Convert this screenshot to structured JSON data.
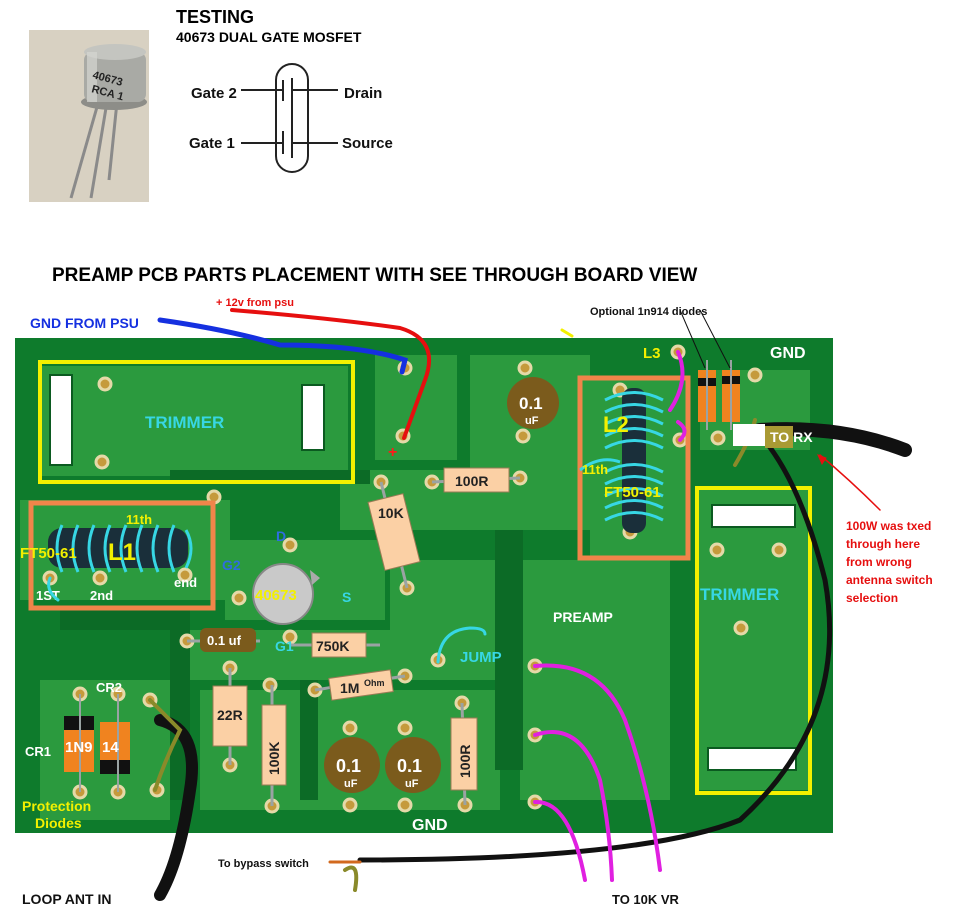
{
  "header": {
    "title": "TESTING",
    "subtitle": "40673 DUAL GATE MOSFET"
  },
  "photo": {
    "can_text_line1": "40673",
    "can_text_line2": "RCA 1"
  },
  "schematic": {
    "gate2": "Gate 2",
    "gate1": "Gate 1",
    "drain": "Drain",
    "source": "Source"
  },
  "section_title": "PREAMP PCB PARTS PLACEMENT WITH SEE THROUGH BOARD VIEW",
  "wires": {
    "gnd_from_psu": "GND FROM PSU",
    "plus12v": "+ 12v from psu",
    "optional_diodes": "Optional 1n914 diodes",
    "to_rx": "TO RX",
    "to_bypass": "To bypass switch",
    "loop_ant_in": "LOOP ANT IN",
    "to_10k_vr": "TO 10K VR"
  },
  "warning": {
    "line1": "100W was txed",
    "line2": "through here",
    "line3": "from wrong",
    "line4": "antenna switch",
    "line5": "selection"
  },
  "board": {
    "trimmer_left": "TRIMMER",
    "trimmer_right": "TRIMMER",
    "l1": "L1",
    "l1_core": "FT50-61",
    "l1_11th": "11th",
    "l1_1st": "1ST",
    "l1_2nd": "2nd",
    "l1_end": "end",
    "l2": "L2",
    "l2_core": "FT50-61",
    "l2_11th": "11th",
    "l3": "L3",
    "gnd_top": "GND",
    "gnd_bottom": "GND",
    "plus_mark": "+",
    "d": "D",
    "g2": "G2",
    "g1": "G1",
    "s": "S",
    "fet": "40673",
    "jump": "JUMP",
    "preamp": "PREAMP",
    "r100r_top": "100R",
    "r10k": "10K",
    "c01_top_val": "0.1",
    "c01_top_unit": "uF",
    "c01uf": "0.1 uf",
    "r750k": "750K",
    "r1m": "1M",
    "r1m_unit": "Ohm",
    "r22r": "22R",
    "r100k": "100K",
    "c01_b1_val": "0.1",
    "c01_b1_unit": "uF",
    "c01_b2_val": "0.1",
    "c01_b2_unit": "uF",
    "r100r_bottom": "100R",
    "cr1": "CR1",
    "cr2": "CR2",
    "diode_a": "1N9",
    "diode_b": "14",
    "protection1": "Protection",
    "protection2": "Diodes"
  }
}
